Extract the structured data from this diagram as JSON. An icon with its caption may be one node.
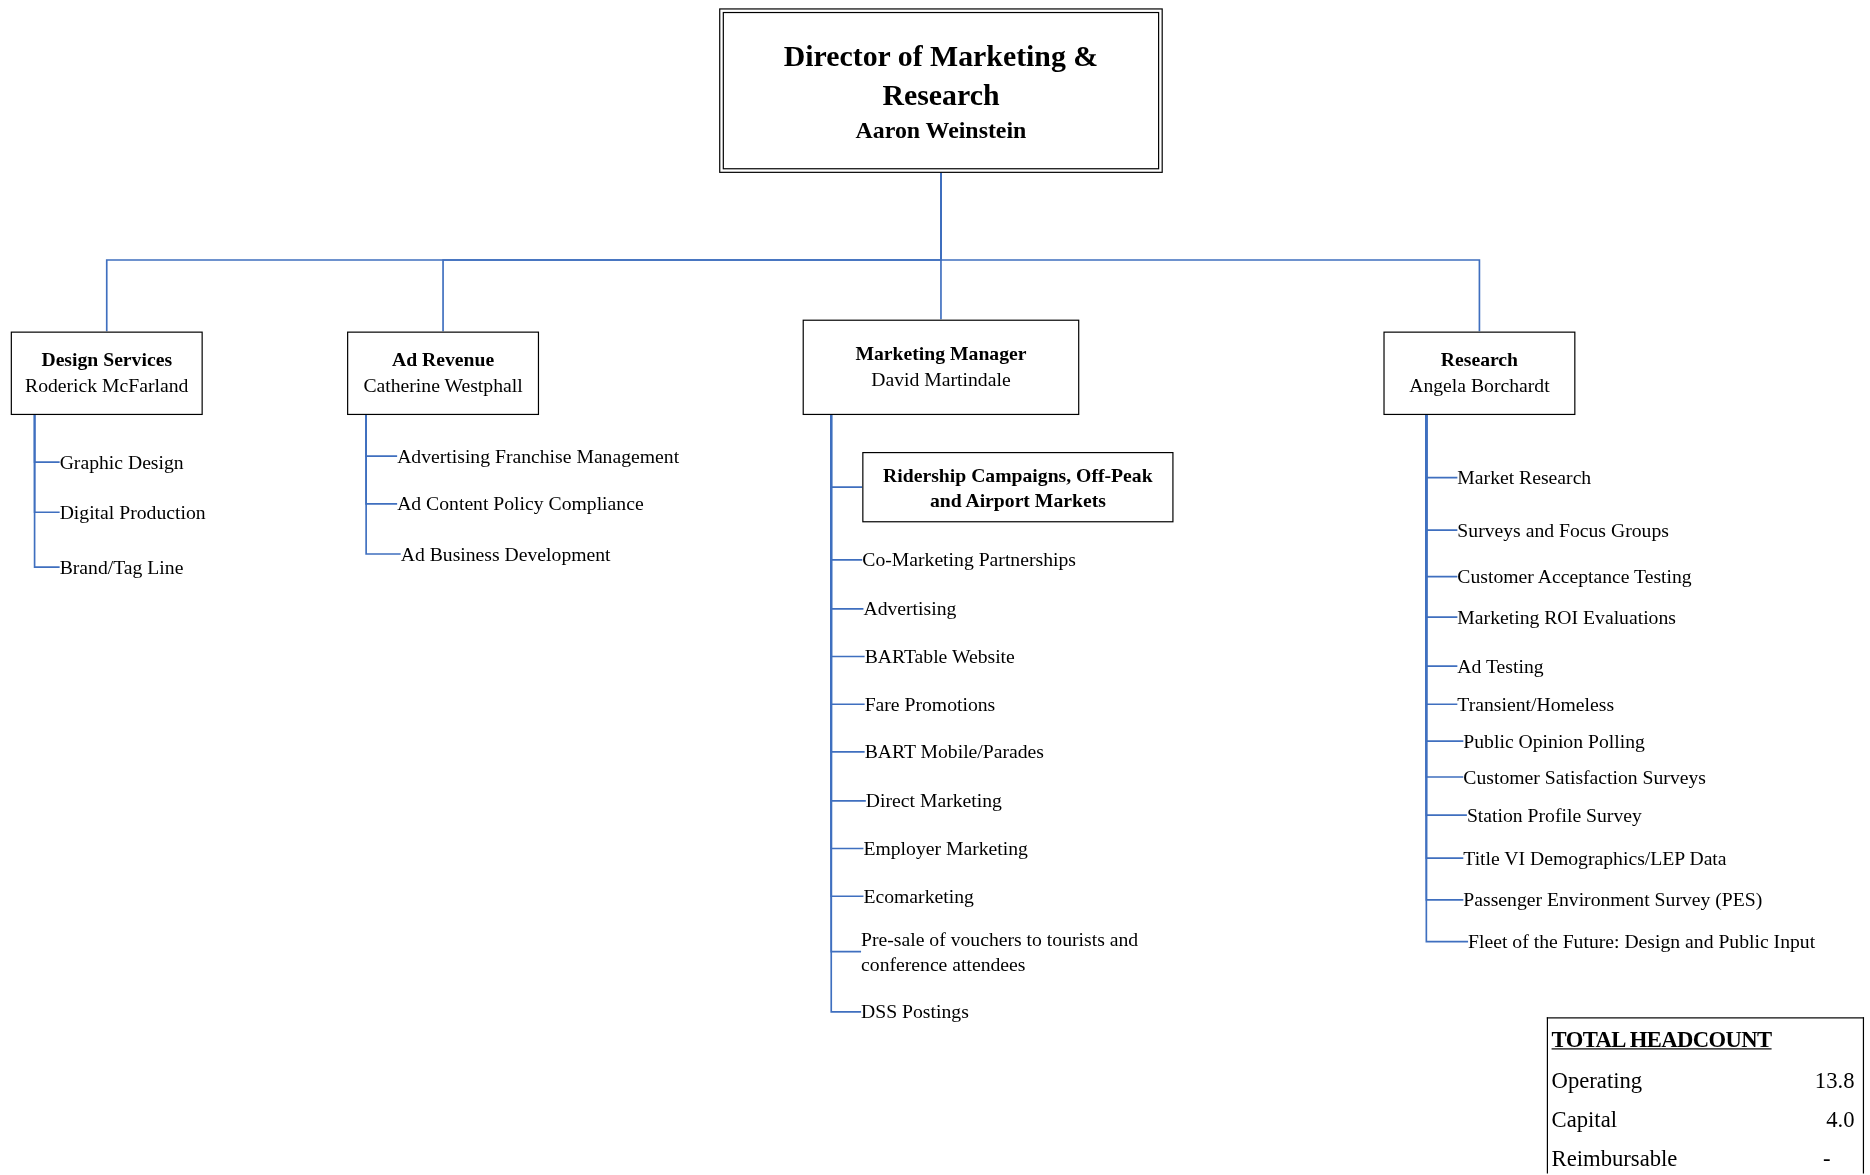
{
  "diagram": {
    "nodes": [
      {
        "text": [
          "Director of Marketing & Research",
          "Aaron Weinstein"
        ]
      },
      {
        "text": [
          "Design Services",
          "Roderick McFarland"
        ]
      },
      {
        "text": [
          "Ad Revenue",
          "Catherine Westphall"
        ]
      },
      {
        "text": [
          "Marketing Manager",
          "David Martindale"
        ]
      },
      {
        "text": [
          "Research",
          "Angela Borchardt"
        ]
      },
      {
        "text": [
          "Graphic Design"
        ]
      },
      {
        "text": [
          "Digital Production"
        ]
      },
      {
        "text": [
          "Brand/Tag Line"
        ]
      },
      {
        "text": [
          "Advertising Franchise Management"
        ]
      },
      {
        "text": [
          "Ad Content Policy Compliance"
        ]
      },
      {
        "text": [
          "Ad Business Development"
        ]
      },
      {
        "text": [
          "Ridership Campaigns, Off-Peak and Airport Markets"
        ]
      },
      {
        "text": [
          "Co-Marketing Partnerships"
        ]
      },
      {
        "text": [
          "Advertising"
        ]
      },
      {
        "text": [
          "BARTable Website"
        ]
      },
      {
        "text": [
          "Fare Promotions"
        ]
      },
      {
        "text": [
          "BART Mobile/Parades"
        ]
      },
      {
        "text": [
          "Direct Marketing"
        ]
      },
      {
        "text": [
          "Employer Marketing"
        ]
      },
      {
        "text": [
          "Ecomarketing"
        ]
      },
      {
        "text": [
          "Pre-sale of vouchers to tourists and conference attendees"
        ]
      },
      {
        "text": [
          "DSS Postings"
        ]
      },
      {
        "text": [
          "Market Research"
        ]
      },
      {
        "text": [
          "Surveys and Focus Groups"
        ]
      },
      {
        "text": [
          "Customer Acceptance Testing"
        ]
      },
      {
        "text": [
          "Marketing ROI Evaluations"
        ]
      },
      {
        "text": [
          "Ad Testing"
        ]
      },
      {
        "text": [
          "Transient/Homeless"
        ]
      },
      {
        "text": [
          "Public Opinion Polling"
        ]
      },
      {
        "text": [
          "Customer Satisfaction Surveys"
        ]
      },
      {
        "text": [
          "Station Profile Survey"
        ]
      },
      {
        "text": [
          "Title VI Demographics/LEP Data"
        ]
      },
      {
        "text": [
          "Passenger Environment Survey (PES)"
        ]
      },
      {
        "text": [
          "Fleet of the Future: Design and Public Input"
        ]
      }
    ],
    "edges": [
      {
        "from": 0,
        "to": 1,
        "arrow": "none"
      },
      {
        "from": 0,
        "to": 2,
        "arrow": "none"
      },
      {
        "from": 0,
        "to": 3,
        "arrow": "none"
      },
      {
        "from": 0,
        "to": 4,
        "arrow": "none"
      },
      {
        "from": 1,
        "to": 5,
        "arrow": "none"
      },
      {
        "from": 1,
        "to": 6,
        "arrow": "none"
      },
      {
        "from": 1,
        "to": 7,
        "arrow": "none"
      },
      {
        "from": 2,
        "to": 8,
        "arrow": "none"
      },
      {
        "from": 2,
        "to": 9,
        "arrow": "none"
      },
      {
        "from": 2,
        "to": 10,
        "arrow": "none"
      },
      {
        "from": 3,
        "to": 11,
        "arrow": "none"
      },
      {
        "from": 3,
        "to": 12,
        "arrow": "none"
      },
      {
        "from": 3,
        "to": 13,
        "arrow": "none"
      },
      {
        "from": 3,
        "to": 14,
        "arrow": "none"
      },
      {
        "from": 3,
        "to": 15,
        "arrow": "none"
      },
      {
        "from": 3,
        "to": 16,
        "arrow": "none"
      },
      {
        "from": 3,
        "to": 17,
        "arrow": "none"
      },
      {
        "from": 3,
        "to": 18,
        "arrow": "none"
      },
      {
        "from": 3,
        "to": 19,
        "arrow": "none"
      },
      {
        "from": 3,
        "to": 20,
        "arrow": "none"
      },
      {
        "from": 3,
        "to": 21,
        "arrow": "none"
      },
      {
        "from": 4,
        "to": 22,
        "arrow": "none"
      },
      {
        "from": 4,
        "to": 23,
        "arrow": "none"
      },
      {
        "from": 4,
        "to": 24,
        "arrow": "none"
      },
      {
        "from": 4,
        "to": 25,
        "arrow": "none"
      },
      {
        "from": 4,
        "to": 26,
        "arrow": "none"
      },
      {
        "from": 4,
        "to": 27,
        "arrow": "none"
      },
      {
        "from": 4,
        "to": 28,
        "arrow": "none"
      },
      {
        "from": 4,
        "to": 29,
        "arrow": "none"
      },
      {
        "from": 4,
        "to": 30,
        "arrow": "none"
      },
      {
        "from": 4,
        "to": 31,
        "arrow": "none"
      },
      {
        "from": 4,
        "to": 32,
        "arrow": "none"
      },
      {
        "from": 4,
        "to": 33,
        "arrow": "none"
      }
    ],
    "labels": [
      "TOTAL HEADCOUNT",
      "Operating",
      "13.8",
      "Capital",
      "4.0",
      "Reimbursable",
      "-"
    ]
  }
}
